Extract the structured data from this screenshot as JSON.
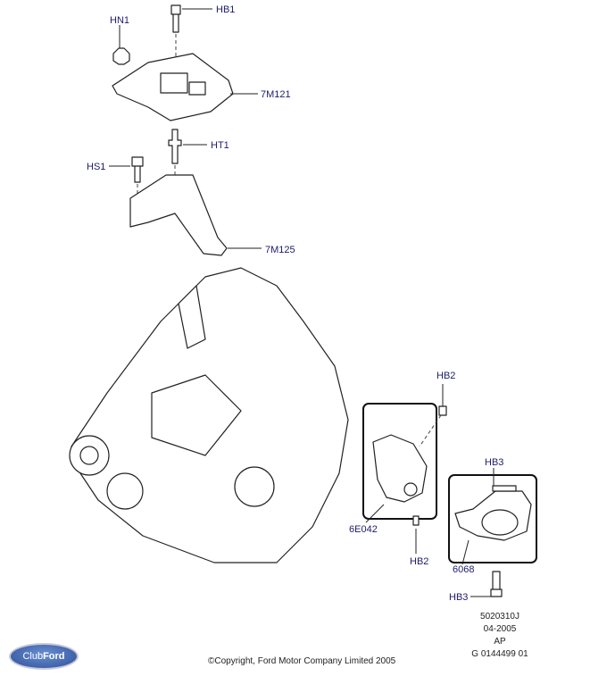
{
  "labels": {
    "hn1": "HN1",
    "hb1": "HB1",
    "m7m121": "7M121",
    "ht1": "HT1",
    "hs1": "HS1",
    "m7m125": "7M125",
    "hb2_top": "HB2",
    "e6e042": "6E042",
    "hb2_bottom": "HB2",
    "hb3_top": "HB3",
    "p6068": "6068",
    "hb3_bottom": "HB3"
  },
  "reference": {
    "code": "5020310J",
    "date": "04-2005",
    "region": "AP",
    "graphic_id": "G 0144499 01"
  },
  "copyright": "©Copyright, Ford Motor Company Limited 2005",
  "logo": {
    "prefix": "Club",
    "brand": "Ford"
  }
}
